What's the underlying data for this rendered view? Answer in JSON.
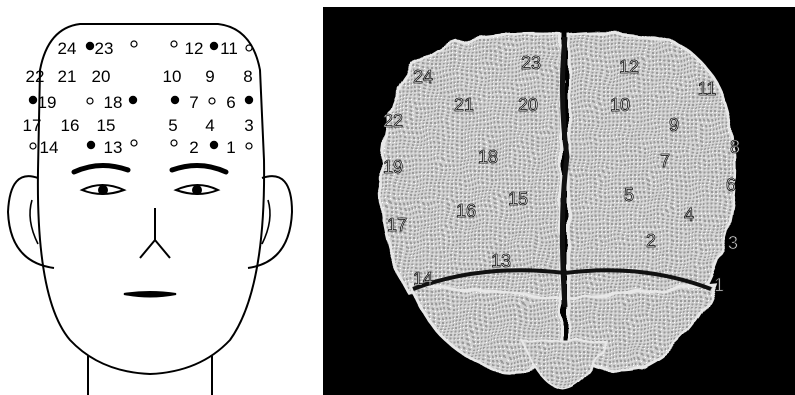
{
  "face_diagram": {
    "electrodes": [
      {
        "id": "1",
        "label": "1",
        "filled": false
      },
      {
        "id": "2",
        "label": "2",
        "filled": false
      },
      {
        "id": "3",
        "label": "3",
        "filled": false
      },
      {
        "id": "4",
        "label": "4",
        "filled": false
      },
      {
        "id": "5",
        "label": "5",
        "filled": false
      },
      {
        "id": "6",
        "label": "6",
        "filled": false
      },
      {
        "id": "7",
        "label": "7",
        "filled": false
      },
      {
        "id": "8",
        "label": "8",
        "filled": false
      },
      {
        "id": "9",
        "label": "9",
        "filled": false
      },
      {
        "id": "10",
        "label": "10",
        "filled": false
      },
      {
        "id": "11",
        "label": "11",
        "filled": false
      },
      {
        "id": "12",
        "label": "12",
        "filled": false
      },
      {
        "id": "13",
        "label": "13",
        "filled": false
      },
      {
        "id": "14",
        "label": "14",
        "filled": false
      },
      {
        "id": "15",
        "label": "15",
        "filled": false
      },
      {
        "id": "16",
        "label": "16",
        "filled": false
      },
      {
        "id": "17",
        "label": "17",
        "filled": false
      },
      {
        "id": "18",
        "label": "18",
        "filled": false
      },
      {
        "id": "19",
        "label": "19",
        "filled": false
      },
      {
        "id": "20",
        "label": "20",
        "filled": false
      },
      {
        "id": "21",
        "label": "21",
        "filled": false
      },
      {
        "id": "22",
        "label": "22",
        "filled": false
      },
      {
        "id": "23",
        "label": "23",
        "filled": false
      },
      {
        "id": "24",
        "label": "24",
        "filled": false
      }
    ],
    "markers": [
      {
        "id": "m1a",
        "filled": true
      },
      {
        "id": "m1b",
        "filled": false
      },
      {
        "id": "m2a",
        "filled": true
      },
      {
        "id": "m2b",
        "filled": false
      },
      {
        "id": "m3a",
        "filled": false
      },
      {
        "id": "m4a",
        "filled": true
      },
      {
        "id": "m4b",
        "filled": false
      },
      {
        "id": "m5a",
        "filled": true
      },
      {
        "id": "m5b",
        "filled": false
      },
      {
        "id": "m6a",
        "filled": true
      },
      {
        "id": "m6b",
        "filled": false
      },
      {
        "id": "m7a",
        "filled": true
      },
      {
        "id": "m7b",
        "filled": false
      },
      {
        "id": "m8a",
        "filled": true
      },
      {
        "id": "m8b",
        "filled": false
      },
      {
        "id": "m9a",
        "filled": true
      },
      {
        "id": "m9b",
        "filled": false
      },
      {
        "id": "m10a",
        "filled": false
      },
      {
        "id": "m10b",
        "filled": false
      }
    ]
  },
  "brain_diagram": {
    "labels": [
      "1",
      "2",
      "3",
      "4",
      "5",
      "6",
      "7",
      "8",
      "9",
      "10",
      "11",
      "12",
      "13",
      "14",
      "15",
      "16",
      "17",
      "18",
      "19",
      "20",
      "21",
      "22",
      "23",
      "24"
    ]
  },
  "colors": {
    "ink": "#000000",
    "paper": "#ffffff",
    "brain_background": "#000000",
    "brain_tissue": "#c8c8c8"
  }
}
